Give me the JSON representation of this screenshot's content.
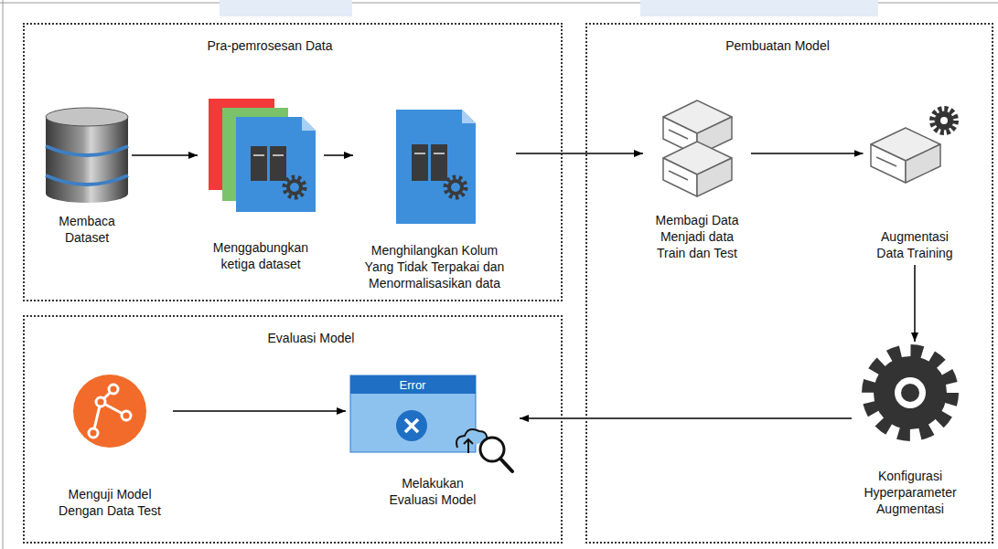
{
  "diagram": {
    "nodes": [
      {
        "text": [
          "Pra-pemrosesan Data"
        ]
      },
      {
        "text": [
          "Membaca Dataset"
        ],
        "in": 0
      },
      {
        "text": [
          "Menggabungkan ketiga dataset"
        ],
        "in": 0
      },
      {
        "text": [
          "Menghilangkan Kolum Yang Tidak Terpakai dan Menormalisasikan data"
        ],
        "in": 0
      },
      {
        "text": [
          "Pembuatan Model"
        ]
      },
      {
        "text": [
          "Membagi Data Menjadi data Train dan Test"
        ],
        "in": 4
      },
      {
        "text": [
          "Augmentasi Data Training"
        ],
        "in": 4
      },
      {
        "text": [
          "Konfigurasi Hyperparameter Augmentasi"
        ],
        "in": 4
      },
      {
        "text": [
          "Evaluasi Model"
        ]
      },
      {
        "text": [
          "Menguji Model Dengan Data Test"
        ],
        "in": 8
      },
      {
        "text": [
          "Melakukan Evaluasi Model"
        ],
        "in": 8
      }
    ],
    "edges": [
      {
        "from": 1,
        "to": 2,
        "arrow": "to"
      },
      {
        "from": 2,
        "to": 3,
        "arrow": "to"
      },
      {
        "from": 3,
        "to": 5,
        "arrow": "to"
      },
      {
        "from": 5,
        "to": 6,
        "arrow": "to"
      },
      {
        "from": 6,
        "to": 7,
        "arrow": "to"
      },
      {
        "from": 7,
        "to": 10,
        "arrow": "to"
      },
      {
        "from": 9,
        "to": 10,
        "arrow": "to"
      }
    ],
    "labels": [
      "Error"
    ]
  }
}
